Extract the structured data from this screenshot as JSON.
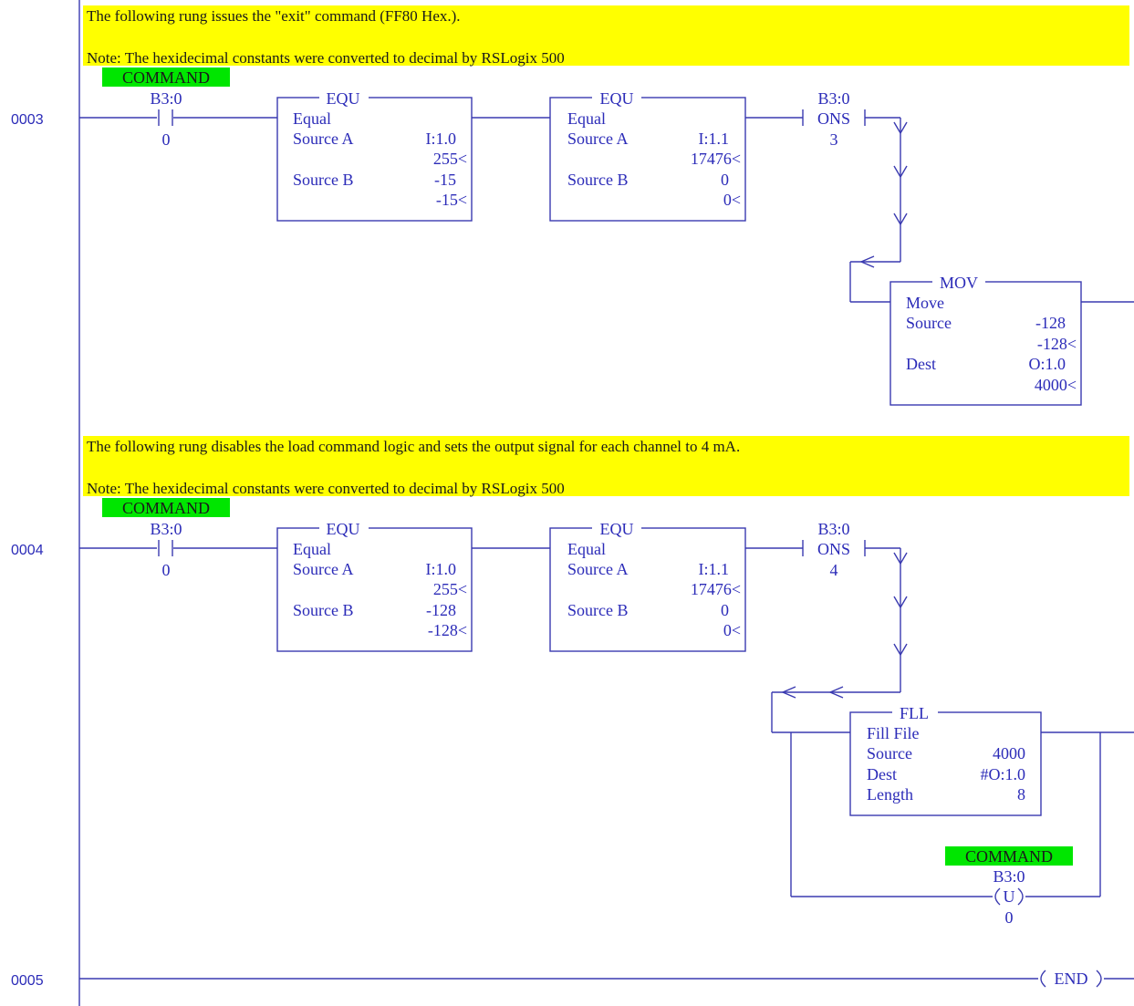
{
  "rungs": [
    {
      "number": "0003",
      "comment_line1": "The following rung issues the \"exit\" command (FF80 Hex.).",
      "comment_line2": "Note:  The hexidecimal constants were converted to decimal by RSLogix 500",
      "contact": {
        "tag": "COMMAND",
        "address": "B3:0",
        "bit": "0"
      },
      "equ1": {
        "title": "EQU",
        "desc": "Equal",
        "src_a_label": "Source A",
        "src_a_addr": "I:1.0",
        "src_a_val": "255<",
        "src_b_label": "Source B",
        "src_b_addr": "-15",
        "src_b_val": "-15<"
      },
      "equ2": {
        "title": "EQU",
        "desc": "Equal",
        "src_a_label": "Source A",
        "src_a_addr": "I:1.1",
        "src_a_val": "17476<",
        "src_b_label": "Source B",
        "src_b_addr": "0",
        "src_b_val": "0<"
      },
      "ons": {
        "address": "B3:0",
        "label": "ONS",
        "bit": "3"
      },
      "mov": {
        "title": "MOV",
        "desc": "Move",
        "src_label": "Source",
        "src_addr": "-128",
        "src_val": "-128<",
        "dest_label": "Dest",
        "dest_addr": "O:1.0",
        "dest_val": "4000<"
      }
    },
    {
      "number": "0004",
      "comment_line1": "The following rung disables the load command logic and sets the output signal for each channel to 4 mA.",
      "comment_line2": "Note:  The hexidecimal constants were converted to decimal by RSLogix 500",
      "contact": {
        "tag": "COMMAND",
        "address": "B3:0",
        "bit": "0"
      },
      "equ1": {
        "title": "EQU",
        "desc": "Equal",
        "src_a_label": "Source A",
        "src_a_addr": "I:1.0",
        "src_a_val": "255<",
        "src_b_label": "Source B",
        "src_b_addr": "-128",
        "src_b_val": "-128<"
      },
      "equ2": {
        "title": "EQU",
        "desc": "Equal",
        "src_a_label": "Source A",
        "src_a_addr": "I:1.1",
        "src_a_val": "17476<",
        "src_b_label": "Source B",
        "src_b_addr": "0",
        "src_b_val": "0<"
      },
      "ons": {
        "address": "B3:0",
        "label": "ONS",
        "bit": "4"
      },
      "fll": {
        "title": "FLL",
        "desc": "Fill File",
        "src_label": "Source",
        "src_val": "4000",
        "dest_label": "Dest",
        "dest_val": "#O:1.0",
        "len_label": "Length",
        "len_val": "8"
      },
      "unlatch": {
        "tag": "COMMAND",
        "address": "B3:0",
        "symbol": "U",
        "bit": "0"
      }
    },
    {
      "number": "0005",
      "end_label": "END"
    }
  ],
  "colors": {
    "comment_bg": "#ffff00",
    "tag_bg": "#00e600",
    "ink": "#2b2bb8"
  }
}
